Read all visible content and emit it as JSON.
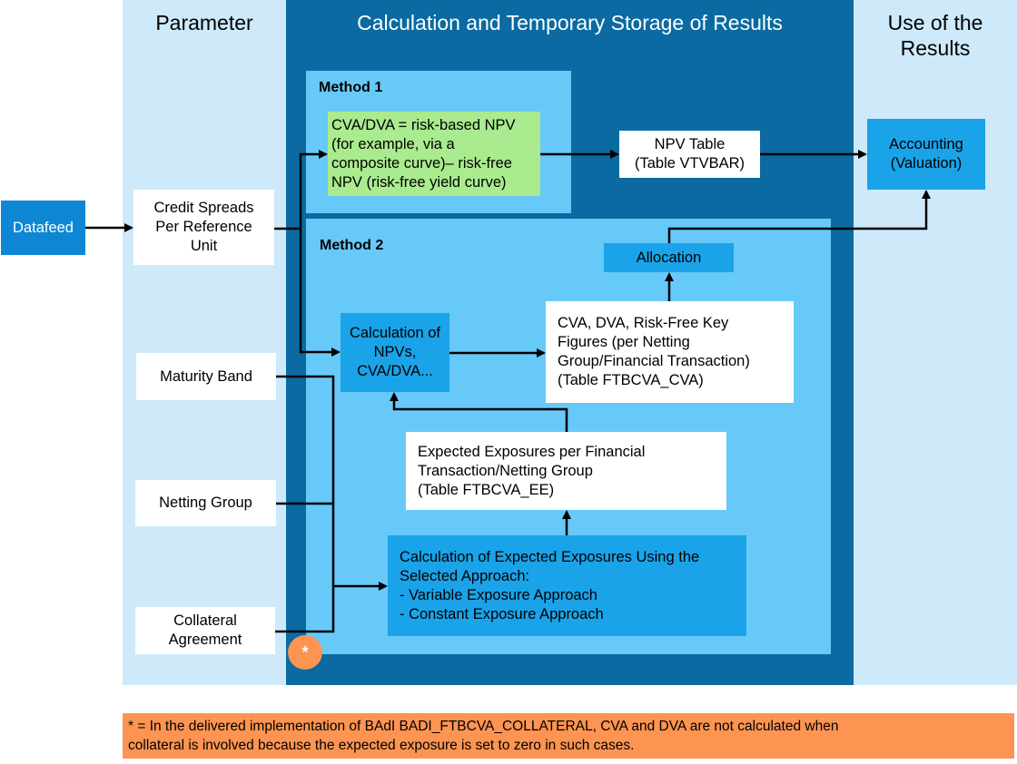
{
  "columns": {
    "parameter": "Parameter",
    "calculation": "Calculation and Temporary Storage of Results",
    "use": "Use of the\nResults"
  },
  "datafeed": "Datafeed",
  "parameters": {
    "credit_spreads": "Credit Spreads\nPer Reference\nUnit",
    "maturity_band": "Maturity Band",
    "netting_group": "Netting Group",
    "collateral_agreement": "Collateral\nAgreement"
  },
  "method1": {
    "label": "Method 1",
    "formula": "CVA/DVA = risk-based NPV\n(for example, via a\ncomposite curve)– risk-free\nNPV (risk-free yield curve)",
    "npv_table": "NPV Table\n(Table VTVBAR)"
  },
  "method2": {
    "label": "Method 2",
    "calc_npvs": "Calculation of\nNPVs,\nCVA/DVA...",
    "key_figures": "CVA, DVA, Risk-Free Key\nFigures (per Netting\nGroup/Financial Transaction)\n(Table FTBCVA_CVA)",
    "allocation": "Allocation",
    "expected_exposures": "Expected Exposures per Financial\nTransaction/Netting Group\n(Table FTBCVA_EE)",
    "calc_exposures": "Calculation of Expected Exposures Using the\nSelected Approach:\n- Variable Exposure Approach\n- Constant Exposure Approach"
  },
  "accounting": "Accounting\n(Valuation)",
  "asterisk": "*",
  "footnote": "* = In the delivered implementation of BAdI BADI_FTBCVA_COLLATERAL, CVA and DVA are not calculated when\ncollateral is involved because the expected exposure is set to zero in such cases.",
  "colors": {
    "param_bg": "#cde9fa",
    "calc_bg": "#0a6aa1",
    "method_bg": "#67c9f8",
    "box_blue": "#1aa3e8",
    "formula_green": "#a9eb8e",
    "footnote_orange": "#fd9451"
  }
}
